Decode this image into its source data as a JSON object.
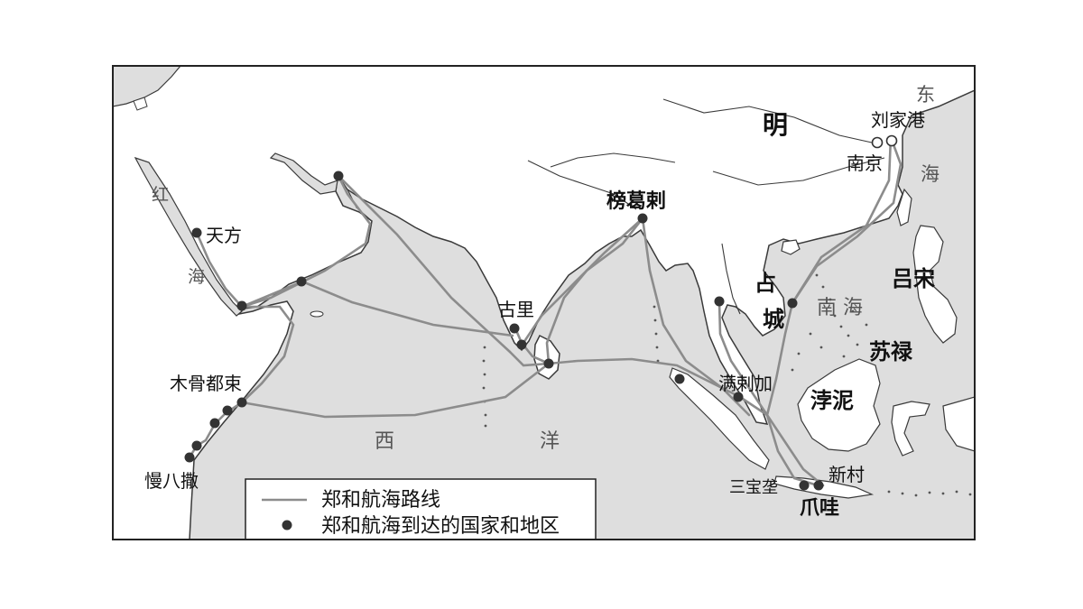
{
  "map": {
    "regions": {
      "ming": "明",
      "champa": "占\n城",
      "luzon": "吕宋",
      "sulu": "苏禄",
      "borneo": "浡泥"
    },
    "seas": {
      "east_sea_1": "东",
      "east_sea_2": "海",
      "red_sea_1": "红",
      "red_sea_2": "海",
      "south_sea": "南 海",
      "west_1": "西",
      "west_2": "洋"
    },
    "places": {
      "liujiagang": "刘家港",
      "nanjing": "南京",
      "bengal": "榜葛剌",
      "calicut": "古里",
      "mecca": "天方",
      "mogadishu": "木骨都束",
      "mombasa": "慢八撒",
      "malacca": "满剌加",
      "semarang": "三宝垄",
      "java": "爪哇",
      "xincun": "新村"
    }
  },
  "legend": {
    "route_label": "郑和航海路线",
    "destination_label": "郑和航海到达的国家和地区"
  },
  "colors": {
    "land": "#ffffff",
    "sea": "#dedede",
    "route": "#8c8c8c",
    "coast": "#3a3a3a",
    "dot": "#333333"
  }
}
